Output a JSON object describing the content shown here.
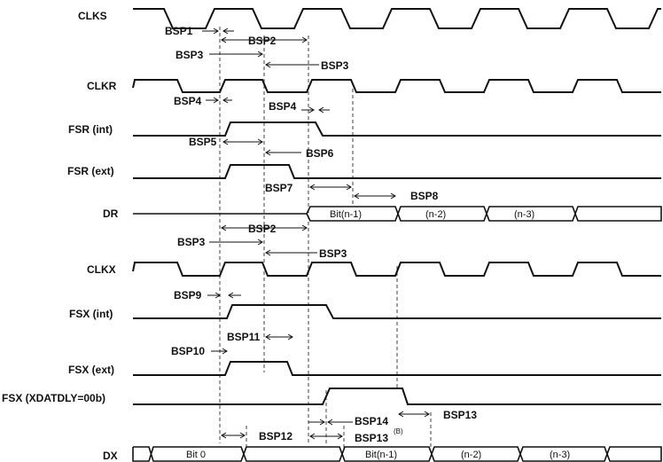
{
  "signals": {
    "clks": "CLKS",
    "clkr": "CLKR",
    "fsr_int": "FSR (int)",
    "fsr_ext": "FSR (ext)",
    "dr": "DR",
    "clkx": "CLKX",
    "fsx_int": "FSX (int)",
    "fsx_ext": "FSX (ext)",
    "fsx_xdatdly": "FSX (XDATDLY=00b)",
    "dx": "DX"
  },
  "params": {
    "bsp1": "BSP1",
    "bsp2": "BSP2",
    "bsp3": "BSP3",
    "bsp4": "BSP4",
    "bsp5": "BSP5",
    "bsp6": "BSP6",
    "bsp7": "BSP7",
    "bsp8": "BSP8",
    "bsp9": "BSP9",
    "bsp10": "BSP10",
    "bsp11": "BSP11",
    "bsp12": "BSP12",
    "bsp13": "BSP13",
    "bsp14": "BSP14",
    "note_b": "(B)"
  },
  "bus_values": {
    "dr": [
      "Bit(n-1)",
      "(n-2)",
      "(n-3)"
    ],
    "dx": [
      "Bit 0",
      "Bit(n-1)",
      "(n-2)",
      "(n-3)"
    ]
  }
}
